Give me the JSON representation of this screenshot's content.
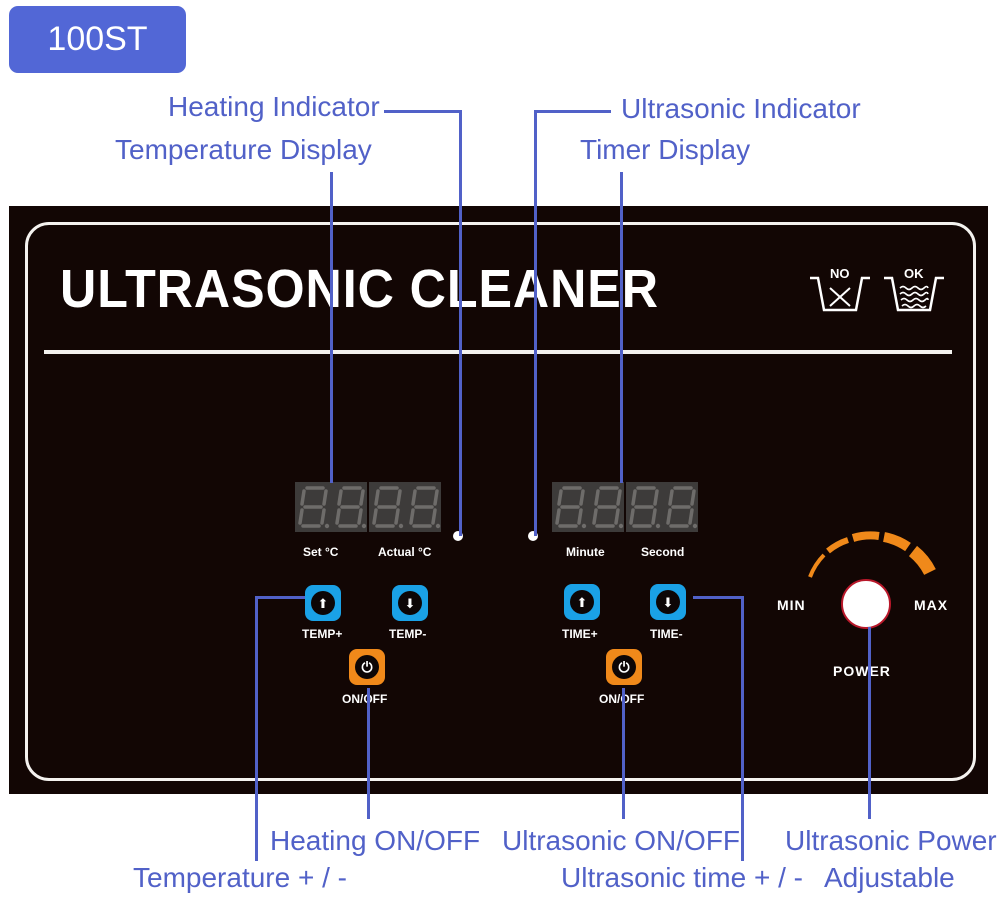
{
  "model_badge": "100ST",
  "callouts": {
    "heating_indicator": "Heating Indicator",
    "temperature_display": "Temperature Display",
    "ultrasonic_indicator": "Ultrasonic Indicator",
    "timer_display": "Timer Display",
    "heating_onoff": "Heating ON/OFF",
    "temperature_plus_minus": "Temperature + / -",
    "ultrasonic_onoff": "Ultrasonic ON/OFF",
    "ultrasonic_time_plus_minus": "Ultrasonic time + / -",
    "ultrasonic_power_line1": "Ultrasonic Power",
    "ultrasonic_power_line2": "Adjustable"
  },
  "panel": {
    "title": "ULTRASONIC CLEANER",
    "icons": {
      "no_label": "NO",
      "ok_label": "OK",
      "no_icon": "empty-tank-no-icon",
      "ok_icon": "filled-tank-ok-icon"
    },
    "temperature_display": {
      "set_label": "Set   °C",
      "actual_label": "Actual °C",
      "digits": [
        "8",
        "8",
        "8",
        "8"
      ]
    },
    "timer_display": {
      "minute_label": "Minute",
      "second_label": "Second",
      "digits": [
        "8",
        "8",
        "8",
        "8"
      ]
    },
    "buttons": {
      "temp_plus": "TEMP+",
      "temp_minus": "TEMP-",
      "heat_onoff": "ON/OFF",
      "time_plus": "TIME+",
      "time_minus": "TIME-",
      "ultra_onoff": "ON/OFF"
    },
    "power_knob": {
      "min_label": "MIN",
      "max_label": "MAX",
      "power_label": "POWER"
    },
    "colors": {
      "panel": "#120604",
      "accent_blue": "#1aa1e6",
      "accent_orange": "#f0891a",
      "callout_blue": "#5161c8",
      "badge_blue": "#5267d6"
    }
  }
}
